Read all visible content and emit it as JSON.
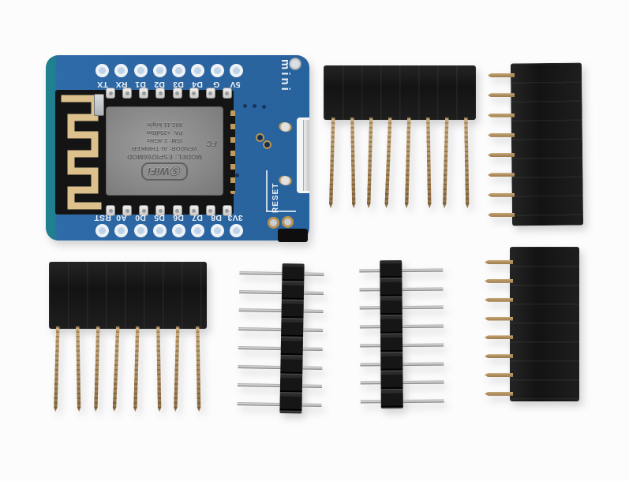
{
  "scene": {
    "description": "WeMos D1 mini ESP8266 WiFi development board kit photographed on white background with two stackable long-pin female headers, two short-pin female headers and two double-ended male pin headers",
    "background_color": "#fcfcfd"
  },
  "board": {
    "pin_count": 8,
    "top_pin_labels": [
      "TX",
      "RX",
      "D1",
      "D2",
      "D3",
      "D4",
      "G",
      "5V"
    ],
    "bottom_pin_labels": [
      "RST",
      "A0",
      "D0",
      "D5",
      "D6",
      "D7",
      "D8",
      "3V3"
    ],
    "side_label": "mini",
    "reset_label": "RESET",
    "colors": {
      "pcb": "#2b64a0",
      "pcb_edge": "#1f8090",
      "module_pcb": "#141414",
      "shield": "#8a8a8a",
      "antenna_trace": "#dcc18c",
      "silkscreen": "#edf2f8",
      "header_plastic": "#1a1a1a",
      "female_pin": "#b2946a",
      "male_pin": "#c0c0c0"
    },
    "module": {
      "logo_glyph": "Ⓢ",
      "wifi_logo": "WiFi",
      "lines": [
        "MODEL: ESP8266MOD",
        "VENDOR: AI-THINKER",
        "ISM: 2.4GHz",
        "PA: +25dBm",
        "802.11 b/g/n"
      ],
      "cert_mark": "FC"
    }
  },
  "headers": [
    {
      "id": "stackable-female-header-top",
      "pins": 8,
      "style": "female-long-pin",
      "orientation": "pins-down"
    },
    {
      "id": "female-header-top-right",
      "pins": 8,
      "style": "female-short-pin",
      "orientation": "pins-left"
    },
    {
      "id": "stackable-female-header-bottom-left",
      "pins": 8,
      "style": "female-long-pin",
      "orientation": "pins-down"
    },
    {
      "id": "male-header-center-left",
      "pins": 8,
      "style": "male-double-ended",
      "orientation": "vertical"
    },
    {
      "id": "male-header-center-right",
      "pins": 8,
      "style": "male-double-ended",
      "orientation": "vertical"
    },
    {
      "id": "female-header-bottom-right",
      "pins": 8,
      "style": "female-short-pin",
      "orientation": "pins-left"
    }
  ]
}
